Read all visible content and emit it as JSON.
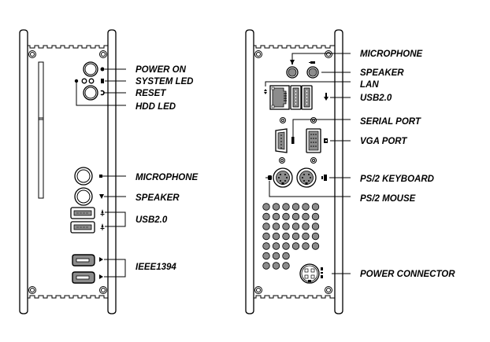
{
  "diagram": {
    "title": "",
    "front_panel": {
      "callouts": [
        {
          "id": "power-on",
          "label": "POWER ON"
        },
        {
          "id": "system-led",
          "label": "SYSTEM LED"
        },
        {
          "id": "reset",
          "label": "RESET"
        },
        {
          "id": "hdd-led",
          "label": "HDD LED"
        },
        {
          "id": "microphone",
          "label": "MICROPHONE"
        },
        {
          "id": "speaker",
          "label": "SPEAKER"
        },
        {
          "id": "usb",
          "label": "USB2.0"
        },
        {
          "id": "ieee1394",
          "label": "IEEE1394"
        }
      ]
    },
    "rear_panel": {
      "callouts": [
        {
          "id": "microphone",
          "label": "MICROPHONE"
        },
        {
          "id": "speaker",
          "label": "SPEAKER"
        },
        {
          "id": "lan",
          "label": "LAN"
        },
        {
          "id": "usb",
          "label": "USB2.0"
        },
        {
          "id": "serial-port",
          "label": "SERIAL PORT"
        },
        {
          "id": "vga-port",
          "label": "VGA PORT"
        },
        {
          "id": "ps2-keyboard",
          "label": "PS/2 KEYBOARD"
        },
        {
          "id": "ps2-mouse",
          "label": "PS/2 MOUSE"
        },
        {
          "id": "power-connector",
          "label": "POWER CONNECTOR"
        }
      ]
    },
    "colors": {
      "line": "#000000",
      "port_fill": "#8c8c8c",
      "background": "#ffffff"
    }
  }
}
